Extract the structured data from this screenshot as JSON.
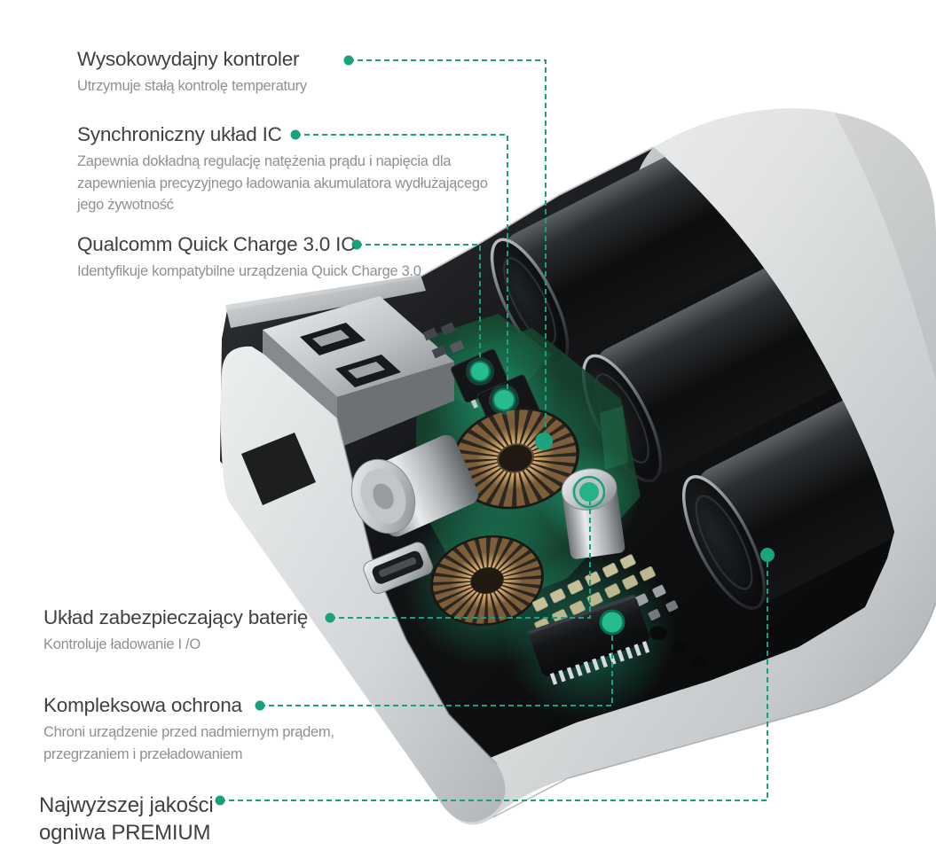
{
  "accent_color": "#18a27c",
  "callouts": [
    {
      "title": "Wysokowydajny kontroler",
      "description": "Utrzymuje stałą kontrolę temperatury"
    },
    {
      "title": "Synchroniczny układ IC",
      "description": "Zapewnia dokładną regulację natężenia prądu i napięcia dla\nzapewnienia precyzyjnego ładowania akumulatora wydłużającego\njego żywotność"
    },
    {
      "title": "Qualcomm Quick Charge 3.0 IC",
      "description": "Identyfikuje kompatybilne urządzenia Quick Charge 3.0"
    },
    {
      "title": "Układ zabezpieczający baterię",
      "description": "Kontroluje ładowanie I /O"
    },
    {
      "title": "Kompleksowa ochrona",
      "description": "Chroni urządzenie przed nadmiernym prądem,\nprzegrzaniem i przeładowaniem"
    },
    {
      "title": "Najwyższej jakości\nogniwa PREMIUM",
      "description": ""
    }
  ]
}
